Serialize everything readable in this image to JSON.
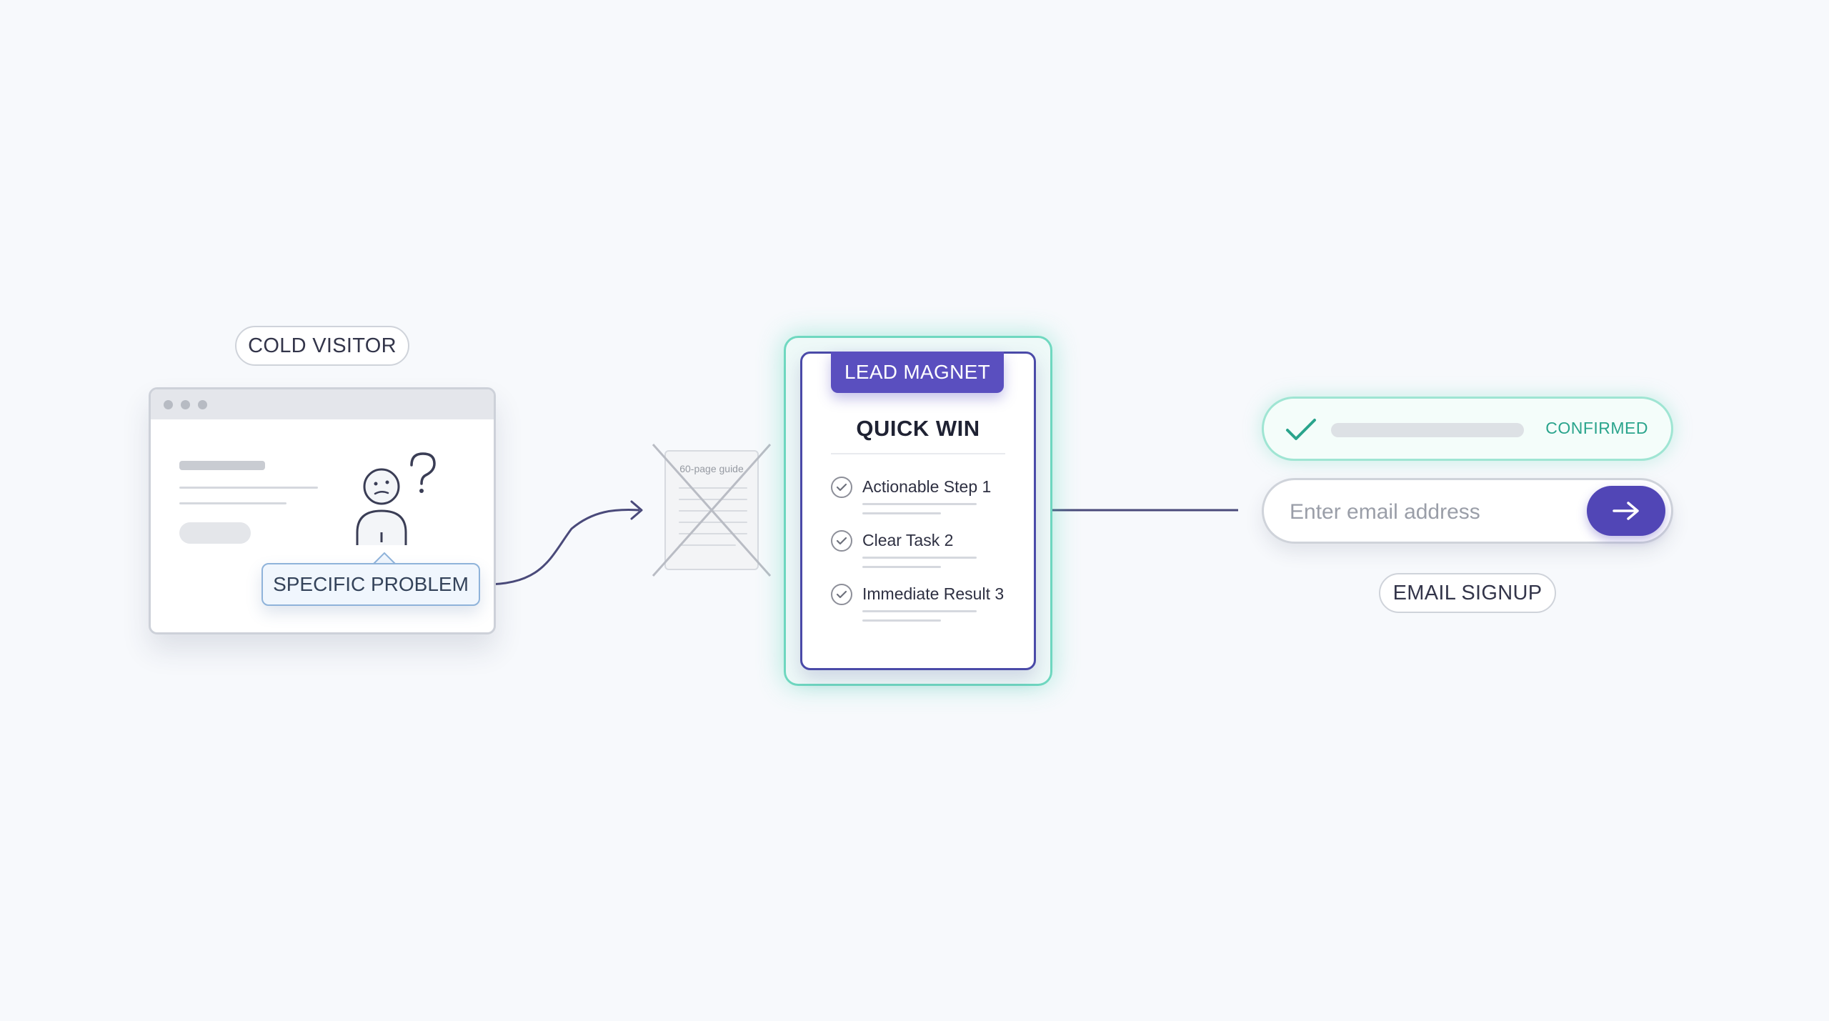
{
  "cold_visitor": {
    "label": "COLD VISITOR",
    "problem_tag": "SPECIFIC PROBLEM",
    "question_icon": "confused-person-icon"
  },
  "guide": {
    "label": "60-page guide",
    "crossed_out": true
  },
  "lead_magnet": {
    "badge": "LEAD MAGNET",
    "title": "QUICK WIN",
    "steps": [
      {
        "label": "Actionable Step 1",
        "icon": "check-circle-icon"
      },
      {
        "label": "Clear Task 2",
        "icon": "check-circle-icon"
      },
      {
        "label": "Immediate Result 3",
        "icon": "check-circle-icon"
      }
    ]
  },
  "signup": {
    "confirmed_text": "CONFIRMED",
    "email_placeholder": "Enter email address",
    "submit_icon": "arrow-right-icon",
    "label": "EMAIL SIGNUP"
  },
  "colors": {
    "accent_purple": "#5146b6",
    "accent_teal": "#2aa48c",
    "glow_teal": "#6fd8c0",
    "connector": "#4a4a7a"
  }
}
